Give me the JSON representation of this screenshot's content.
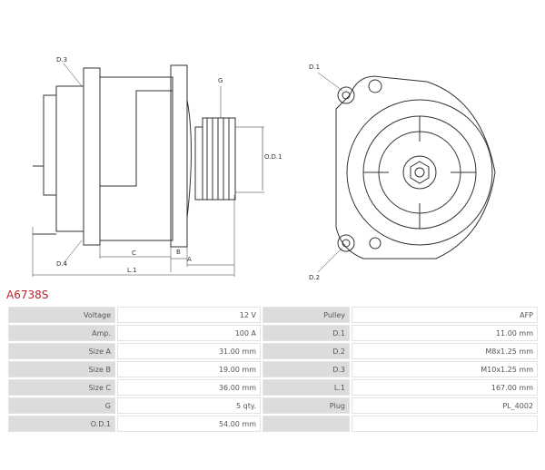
{
  "product_code": "A6738S",
  "drawing_labels": {
    "d1": "D.1",
    "d2": "D.2",
    "d3": "D.3",
    "d4": "D.4",
    "g": "G",
    "od1": "O.D.1",
    "a": "A",
    "b": "B",
    "c": "C",
    "l1": "L.1"
  },
  "rows": [
    {
      "l1": "Voltage",
      "v1": "12 V",
      "l2": "Pulley",
      "v2": "AFP"
    },
    {
      "l1": "Amp.",
      "v1": "100 A",
      "l2": "D.1",
      "v2": "11.00 mm"
    },
    {
      "l1": "Size A",
      "v1": "31.00 mm",
      "l2": "D.2",
      "v2": "M8x1.25 mm"
    },
    {
      "l1": "Size B",
      "v1": "19.00 mm",
      "l2": "D.3",
      "v2": "M10x1.25 mm"
    },
    {
      "l1": "Size C",
      "v1": "36.00 mm",
      "l2": "L.1",
      "v2": "167.00 mm"
    },
    {
      "l1": "G",
      "v1": "5 qty.",
      "l2": "Plug",
      "v2": "PL_4002"
    },
    {
      "l1": "O.D.1",
      "v1": "54.00 mm",
      "l2": "",
      "v2": ""
    }
  ]
}
